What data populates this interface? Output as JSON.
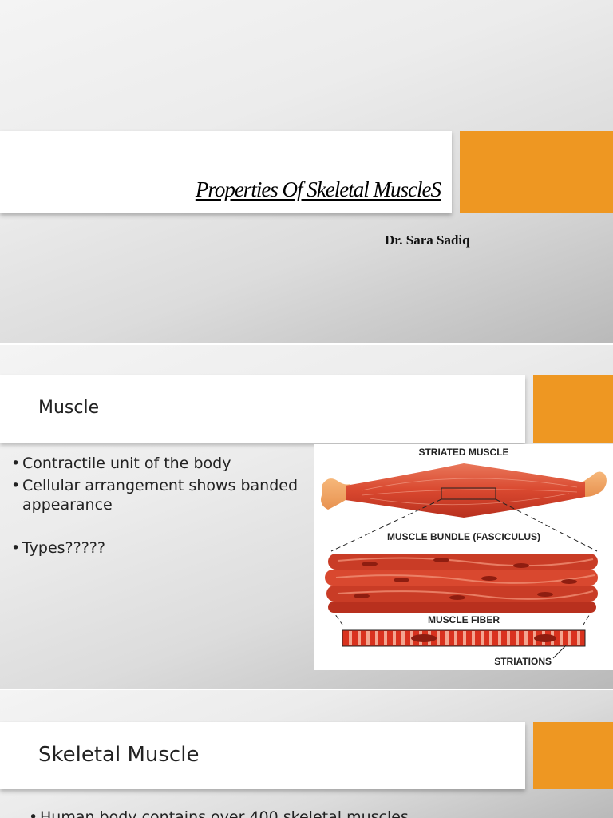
{
  "theme": {
    "accent_color": "#ee9722",
    "bar_color": "#ffffff"
  },
  "slides": [
    {
      "title": "Properties Of Skeletal MuscleS",
      "author": "Dr. Sara Sadiq"
    },
    {
      "title": "Muscle",
      "bullets": [
        "Contractile unit of the body",
        "Cellular arrangement shows banded appearance",
        "Types?????"
      ],
      "diagram": {
        "labels": {
          "top": "STRIATED MUSCLE",
          "bundle": "MUSCLE BUNDLE (FASCICULUS)",
          "fiber": "MUSCLE FIBER",
          "striations": "STRIATIONS"
        }
      }
    },
    {
      "title": "Skeletal Muscle",
      "bullets": [
        "Human body contains over 400 skeletal muscles"
      ]
    }
  ]
}
